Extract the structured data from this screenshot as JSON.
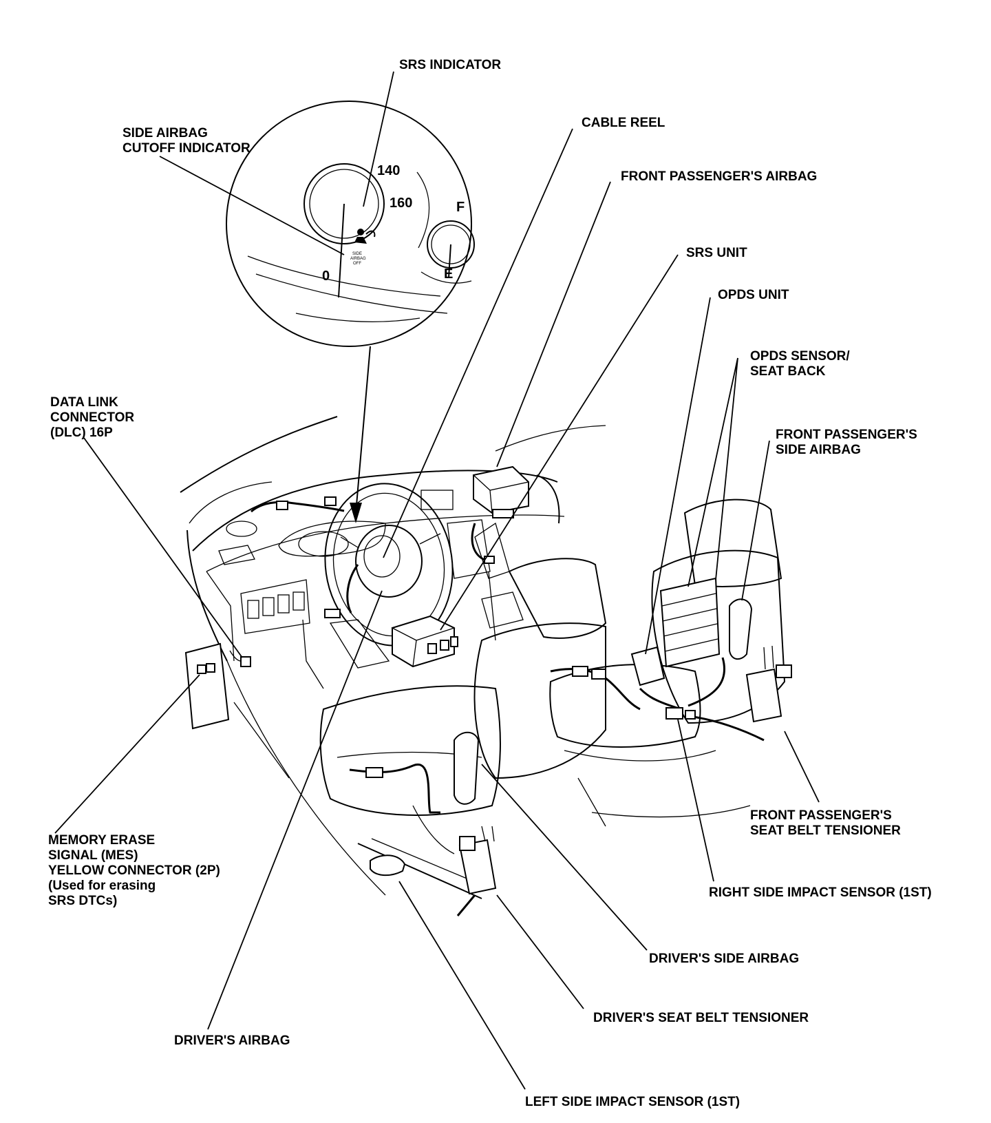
{
  "labels": {
    "srs_indicator": "SRS INDICATOR",
    "side_airbag_cutoff_indicator": [
      "SIDE AIRBAG",
      "CUTOFF INDICATOR"
    ],
    "cable_reel": "CABLE REEL",
    "front_passengers_airbag": "FRONT PASSENGER'S AIRBAG",
    "srs_unit": "SRS UNIT",
    "opds_unit": "OPDS UNIT",
    "opds_sensor_seat_back": [
      "OPDS SENSOR/",
      "SEAT BACK"
    ],
    "front_passengers_side_airbag": [
      "FRONT PASSENGER'S",
      "SIDE AIRBAG"
    ],
    "data_link_connector": [
      "DATA LINK",
      "CONNECTOR",
      "(DLC) 16P"
    ],
    "memory_erase_signal": [
      "MEMORY ERASE",
      "SIGNAL (MES)",
      "YELLOW CONNECTOR (2P)",
      "(Used for erasing",
      "SRS DTCs)"
    ],
    "front_passengers_seat_belt_tensioner": [
      "FRONT PASSENGER'S",
      "SEAT BELT TENSIONER"
    ],
    "right_side_impact_sensor": "RIGHT SIDE IMPACT SENSOR (1ST)",
    "drivers_side_airbag": "DRIVER'S SIDE AIRBAG",
    "drivers_seat_belt_tensioner": "DRIVER'S SEAT BELT TENSIONER",
    "drivers_airbag": "DRIVER'S AIRBAG",
    "left_side_impact_sensor": "LEFT SIDE IMPACT SENSOR (1ST)"
  },
  "gauge": {
    "speed_140": "140",
    "speed_160": "160",
    "zero": "0",
    "fuel_full": "F",
    "fuel_empty": "E",
    "cutoff_text": [
      "SIDE",
      "AIRBAG",
      "OFF"
    ]
  }
}
